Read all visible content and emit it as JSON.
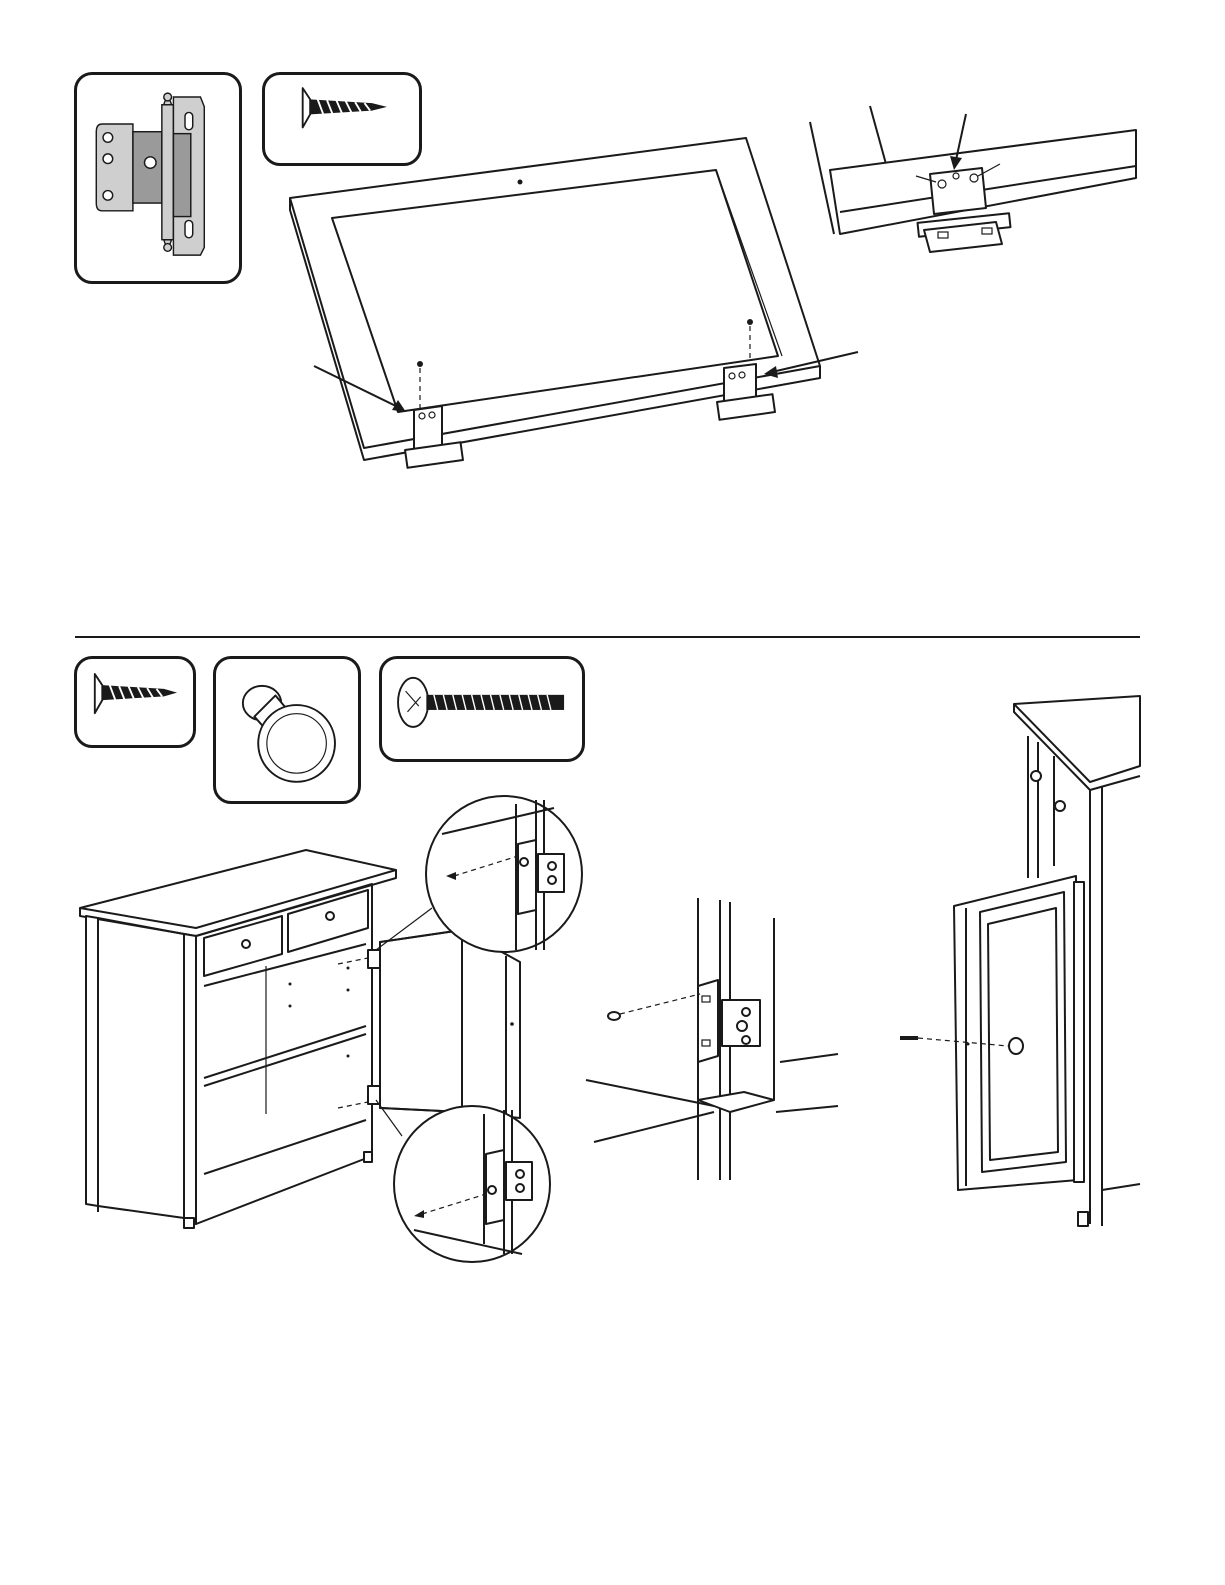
{
  "page": {
    "background": "#ffffff",
    "ink_color": "#1a1a1a",
    "hardware_color": "#9a9a9a"
  },
  "step_a": {
    "parts": [
      {
        "name": "hinge",
        "icon": "hinge-icon"
      },
      {
        "name": "flat-head-screw",
        "icon": "flat-head-screw-icon"
      }
    ],
    "illustrations": [
      "door-frame-with-hinges",
      "hinge-detail-closeup"
    ]
  },
  "step_b": {
    "parts": [
      {
        "name": "flat-head-screw",
        "icon": "flat-head-screw-icon"
      },
      {
        "name": "knob",
        "icon": "knob-icon"
      },
      {
        "name": "pan-head-bolt",
        "icon": "pan-head-bolt-icon"
      }
    ],
    "illustrations": [
      "cabinet-door-mounting",
      "hinge-closeup-top",
      "hinge-closeup-bottom",
      "hinge-to-frame-detail",
      "knob-attachment"
    ]
  }
}
